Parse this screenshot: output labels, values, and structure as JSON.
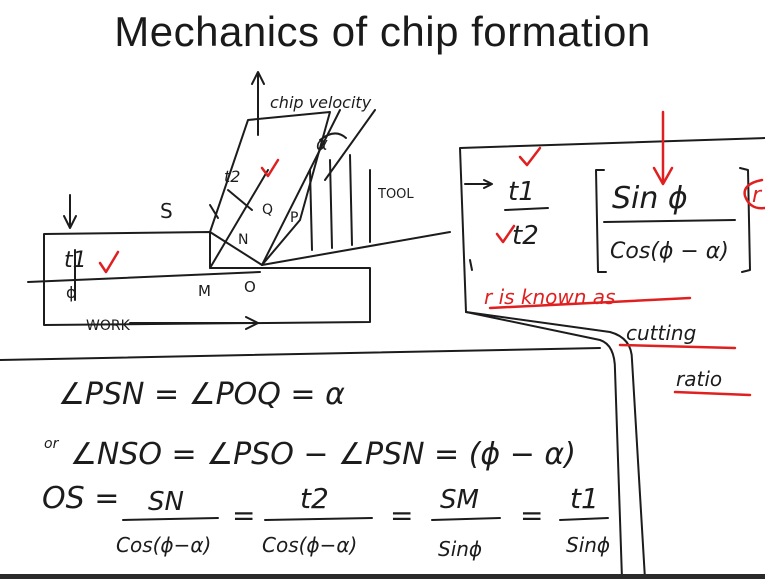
{
  "slide": {
    "title": "Mechanics of chip formation"
  },
  "sketch": {
    "labels": {
      "chip_velocity": "chip velocity",
      "alpha": "α",
      "t2": "t2",
      "t1": "t1",
      "S": "S",
      "Q": "Q",
      "P": "P",
      "N": "N",
      "M": "M",
      "O": "O",
      "phi": "ϕ",
      "tool": "TOOL",
      "work": "WORK"
    }
  },
  "formula_box": {
    "lhs_top": "t1",
    "lhs_bottom": "t2",
    "rhs_top": "Sin ϕ",
    "rhs_bottom": "Cos(ϕ − α)",
    "r_symbol": "r",
    "note_line1": "r is known as",
    "note_line2": "cutting",
    "note_line3": "ratio"
  },
  "equations": {
    "eq1": "∠PSN = ∠POQ = α",
    "eq2_prefix": "or",
    "eq2": "∠NSO = ∠PSO − ∠PSN = (ϕ − α)",
    "eq3_lhs": "OS =",
    "eq3_f1_num": "SN",
    "eq3_f1_den": "Cos(ϕ−α)",
    "eq3_f2_num": "t2",
    "eq3_f2_den": "Cos(ϕ−α)",
    "eq3_f3_num": "SM",
    "eq3_f3_den": "Sinϕ",
    "eq3_f4_num": "t1",
    "eq3_f4_den": "Sinϕ",
    "equals": "="
  },
  "colors": {
    "ink": "#1c1c1c",
    "red": "#e02020"
  }
}
